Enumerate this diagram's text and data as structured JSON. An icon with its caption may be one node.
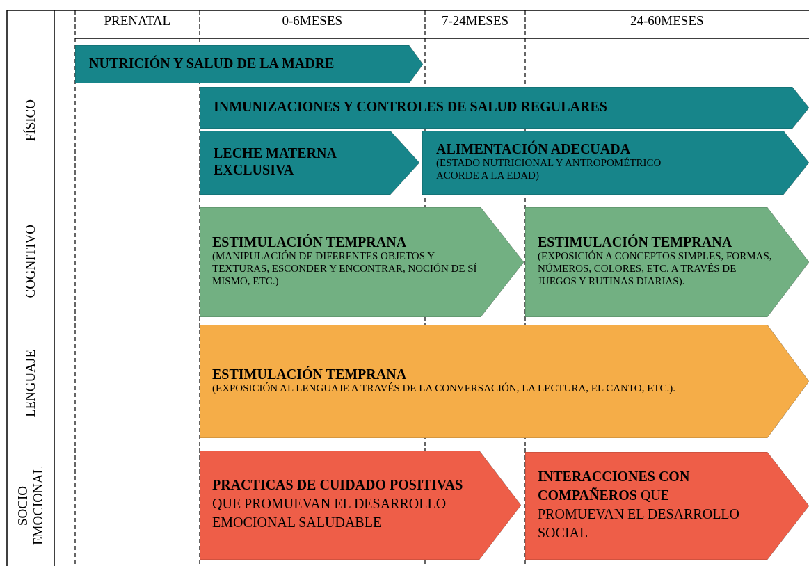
{
  "diagram": {
    "nodes": [
      {
        "text": [
          "NUTRICIÓN Y SALUD DE LA MADRE"
        ]
      },
      {
        "text": [
          "INMUNIZACIONES Y CONTROLES DE SALUD REGULARES"
        ]
      },
      {
        "text": [
          "LECHE MATERNA EXCLUSIVA"
        ]
      },
      {
        "text": [
          "ALIMENTACIÓN ADECUADA",
          "(ESTADO NUTRICIONAL Y ANTROPOMÉTRICO ACORDE A LA EDAD)"
        ]
      },
      {
        "text": [
          "ESTIMULACIÓN TEMPRANA",
          "(MANIPULACIÓN DE DIFERENTES OBJETOS Y TEXTURAS, ESCONDER Y ENCONTRAR, NOCIÓN DE SÍ MISMO, ETC.)"
        ]
      },
      {
        "text": [
          "ESTIMULACIÓN TEMPRANA",
          "(EXPOSICIÓN A CONCEPTOS SIMPLES, FORMAS, NÚMEROS, COLORES, ETC. A TRAVÉS DE JUEGOS Y RUTINAS DIARIAS)."
        ]
      },
      {
        "text": [
          "ESTIMULACIÓN TEMPRANA",
          "(EXPOSICIÓN AL LENGUAJE A TRAVÉS DE LA CONVERSACIÓN, LA LECTURA, EL CANTO, ETC.)."
        ]
      },
      {
        "text": [
          "**PRACTICAS DE CUIDADO POSITIVAS** QUE PROMUEVAN EL DESARROLLO EMOCIONAL SALUDABLE"
        ]
      },
      {
        "text": [
          "**INTERACCIONES CON COMPAÑEROS** QUE PROMUEVAN EL DESARROLLO SOCIAL"
        ]
      }
    ],
    "edges": [],
    "labels": [
      "PRENATAL",
      "0-6MESES",
      "7-24MESES",
      "24-60MESES",
      "FÍSICO",
      "COGNITIVO",
      "LENGUAJE",
      "SOCIO EMOCIONAL"
    ]
  }
}
